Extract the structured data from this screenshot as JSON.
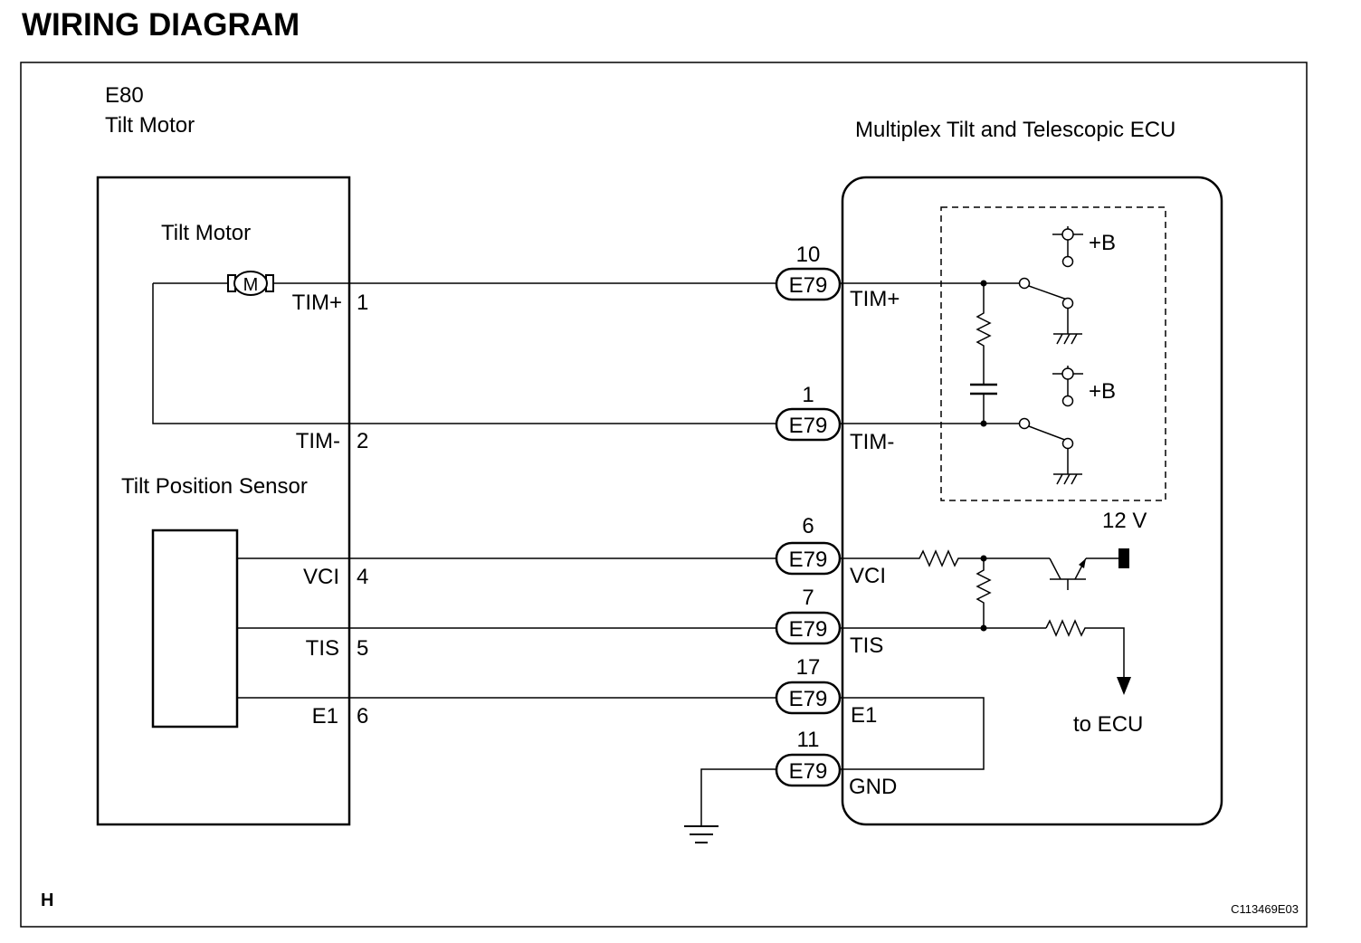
{
  "page_title": "WIRING DIAGRAM",
  "left_component": {
    "code": "E80",
    "name": "Tilt Motor",
    "motor_label": "Tilt Motor",
    "motor_symbol": "M",
    "sensor_label": "Tilt Position Sensor",
    "pins": [
      {
        "signal": "TIM+",
        "pin": "1"
      },
      {
        "signal": "TIM-",
        "pin": "2"
      },
      {
        "signal": "VCI",
        "pin": "4"
      },
      {
        "signal": "TIS",
        "pin": "5"
      },
      {
        "signal": "E1",
        "pin": "6"
      }
    ]
  },
  "right_component": {
    "name": "Multiplex Tilt and Telescopic ECU",
    "connectors": [
      {
        "pin": "10",
        "connector": "E79",
        "signal": "TIM+"
      },
      {
        "pin": "1",
        "connector": "E79",
        "signal": "TIM-"
      },
      {
        "pin": "6",
        "connector": "E79",
        "signal": "VCI"
      },
      {
        "pin": "7",
        "connector": "E79",
        "signal": "TIS"
      },
      {
        "pin": "17",
        "connector": "E79",
        "signal": "E1"
      },
      {
        "pin": "11",
        "connector": "E79",
        "signal": "GND"
      }
    ],
    "supply_labels": [
      "+B",
      "+B"
    ],
    "voltage_label": "12 V",
    "to_ecu_label": "to ECU"
  },
  "footer": {
    "section_letter": "H",
    "figure_code": "C113469E03"
  }
}
